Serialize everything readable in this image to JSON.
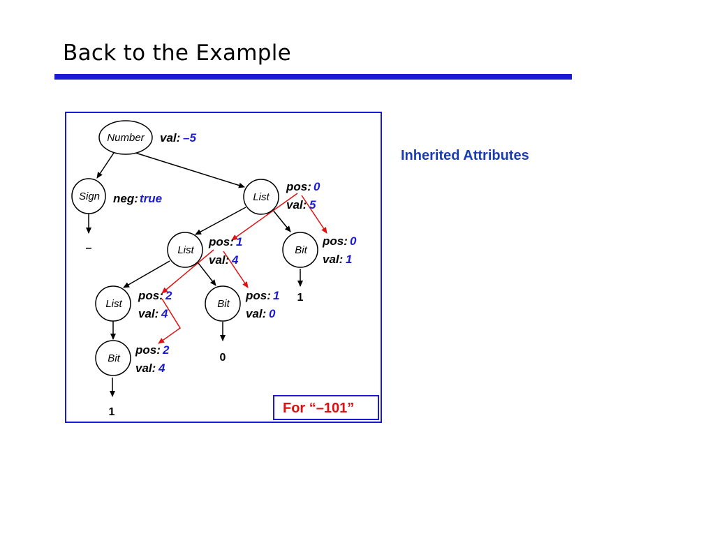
{
  "slide": {
    "title": "Back to the Example",
    "side_note": "Inherited Attributes",
    "caption": "For “–101”"
  },
  "nodes": {
    "number": {
      "label": "Number",
      "attr1_key": "val:",
      "attr1_val": "–5"
    },
    "sign": {
      "label": "Sign",
      "attr1_key": "neg:",
      "attr1_val": "true",
      "leaf": "–"
    },
    "list_top": {
      "label": "List",
      "attr1_key": "pos:",
      "attr1_val": "0",
      "attr2_key": "val:",
      "attr2_val": "5"
    },
    "list_mid": {
      "label": "List",
      "attr1_key": "pos:",
      "attr1_val": "1",
      "attr2_key": "val:",
      "attr2_val": "4"
    },
    "bit_right": {
      "label": "Bit",
      "attr1_key": "pos:",
      "attr1_val": "0",
      "attr2_key": "val:",
      "attr2_val": "1",
      "leaf": "1"
    },
    "list_low": {
      "label": "List",
      "attr1_key": "pos:",
      "attr1_val": "2",
      "attr2_key": "val:",
      "attr2_val": "4"
    },
    "bit_mid": {
      "label": "Bit",
      "attr1_key": "pos:",
      "attr1_val": "1",
      "attr2_key": "val:",
      "attr2_val": "0",
      "leaf": "0"
    },
    "bit_low": {
      "label": "Bit",
      "attr1_key": "pos:",
      "attr1_val": "2",
      "attr2_key": "val:",
      "attr2_val": "4",
      "leaf": "1"
    }
  },
  "colors": {
    "tree_edge": "#000000",
    "inherit_arrow": "#e01010",
    "value": "#1a1ad6",
    "frame": "#1a1ad6"
  }
}
